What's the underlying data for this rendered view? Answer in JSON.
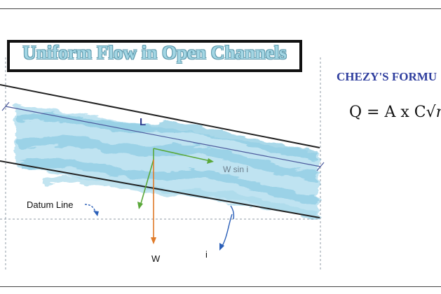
{
  "diagram": {
    "title": "Uniform Flow in Open Channels",
    "formula_heading": "CHEZY'S FORMU",
    "formula_prefix": "Q = A x C√",
    "formula_tail": "mi",
    "labels": {
      "length": "L",
      "force_component": "W sin i",
      "datum": "Datum Line",
      "weight": "W",
      "slope": "i"
    },
    "colors": {
      "water": "#9fd3e8",
      "title_fill": "#a3d6e4",
      "heading": "#2f3e9e",
      "weight_arrow": "#e07b2a",
      "green_arrow": "#5aa83a",
      "pointer_blue": "#2b5fb8"
    }
  }
}
